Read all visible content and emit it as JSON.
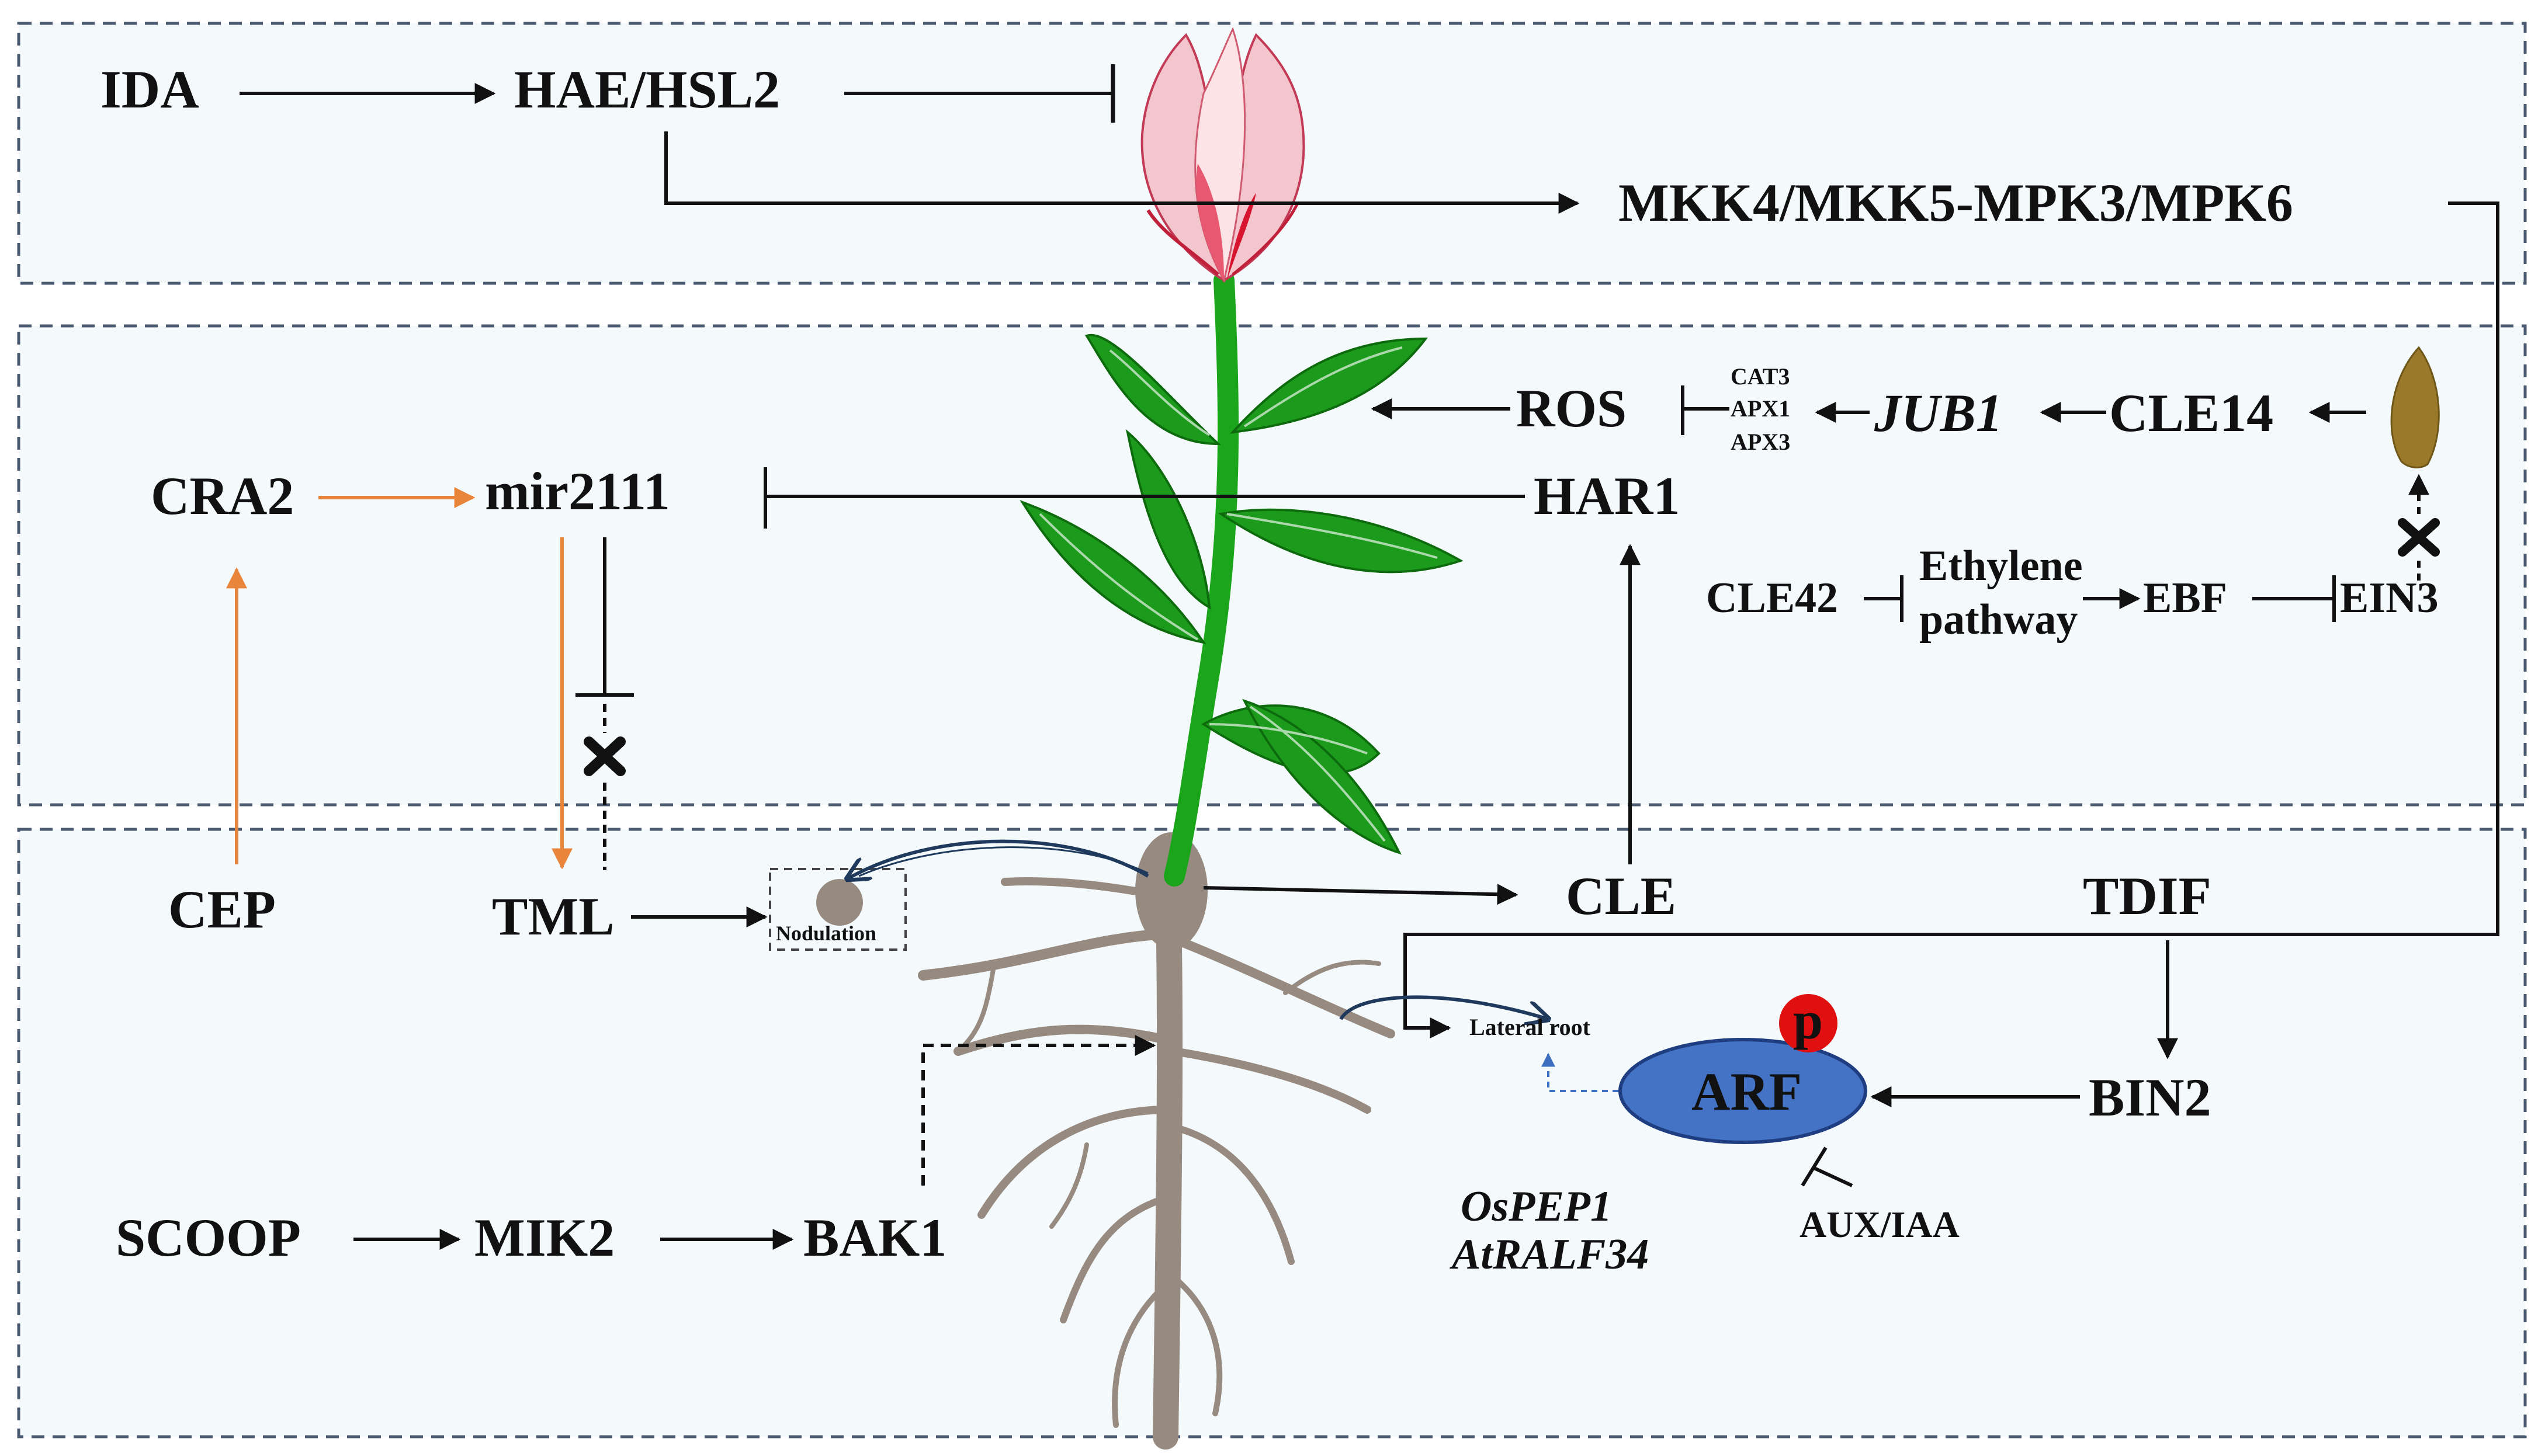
{
  "panels": {
    "top": [
      "IDA",
      "HAE/HSL2",
      "MKK4/MKK5-MPK3/MPK6"
    ],
    "middle": [
      "ROS",
      "CAT3",
      "APX1",
      "APX3",
      "JUB1",
      "CLE14",
      "CRA2",
      "mir2111",
      "HAR1",
      "CLE42",
      "Ethylene",
      "pathway",
      "EBF",
      "EIN3"
    ],
    "bottom": [
      "CEP",
      "TML",
      "Nodulation",
      "CLE",
      "TDIF",
      "Lateral root",
      "p",
      "ARF",
      "BIN2",
      "OsPEP1",
      "AtRALF34",
      "AUX/IAA",
      "SCOOP",
      "MIK2",
      "BAK1"
    ]
  },
  "colors": {
    "panel_bg": "#f4fafc",
    "panel_border": "#4a5a70",
    "arrow": "#111111",
    "orange": "#e8853b",
    "blue_dash": "#3d6fc0",
    "arf_fill": "#4472c4",
    "arf_stroke": "#1f3e82",
    "p_badge": "#e01010",
    "stem": "#1aa51a",
    "leaf": "#1c9a1c",
    "root": "#978b81",
    "dead_leaf": "#9a7a2a",
    "flower": "#f2c6cc"
  },
  "icons": [
    "plant-flower-icon",
    "dead-leaf-icon",
    "cross-icon",
    "nodule-icon"
  ]
}
